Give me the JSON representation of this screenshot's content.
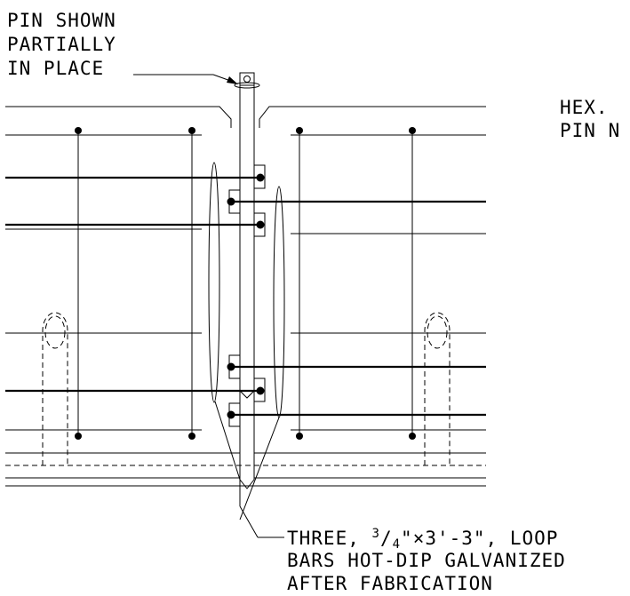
{
  "labels": {
    "pin_line1": "PIN SHOWN",
    "pin_line2": "PARTIALLY",
    "pin_line3": "IN PLACE",
    "hex_line1": "HEX.",
    "hex_line2": "PIN N",
    "loop_line1_a": "THREE, ",
    "loop_fraction_num": "3",
    "loop_fraction_den": "4",
    "loop_line1_b": "\"×3'-3\", LOOP",
    "loop_line2": "BARS HOT-DIP GALVANIZED",
    "loop_line3": "AFTER FABRICATION"
  }
}
